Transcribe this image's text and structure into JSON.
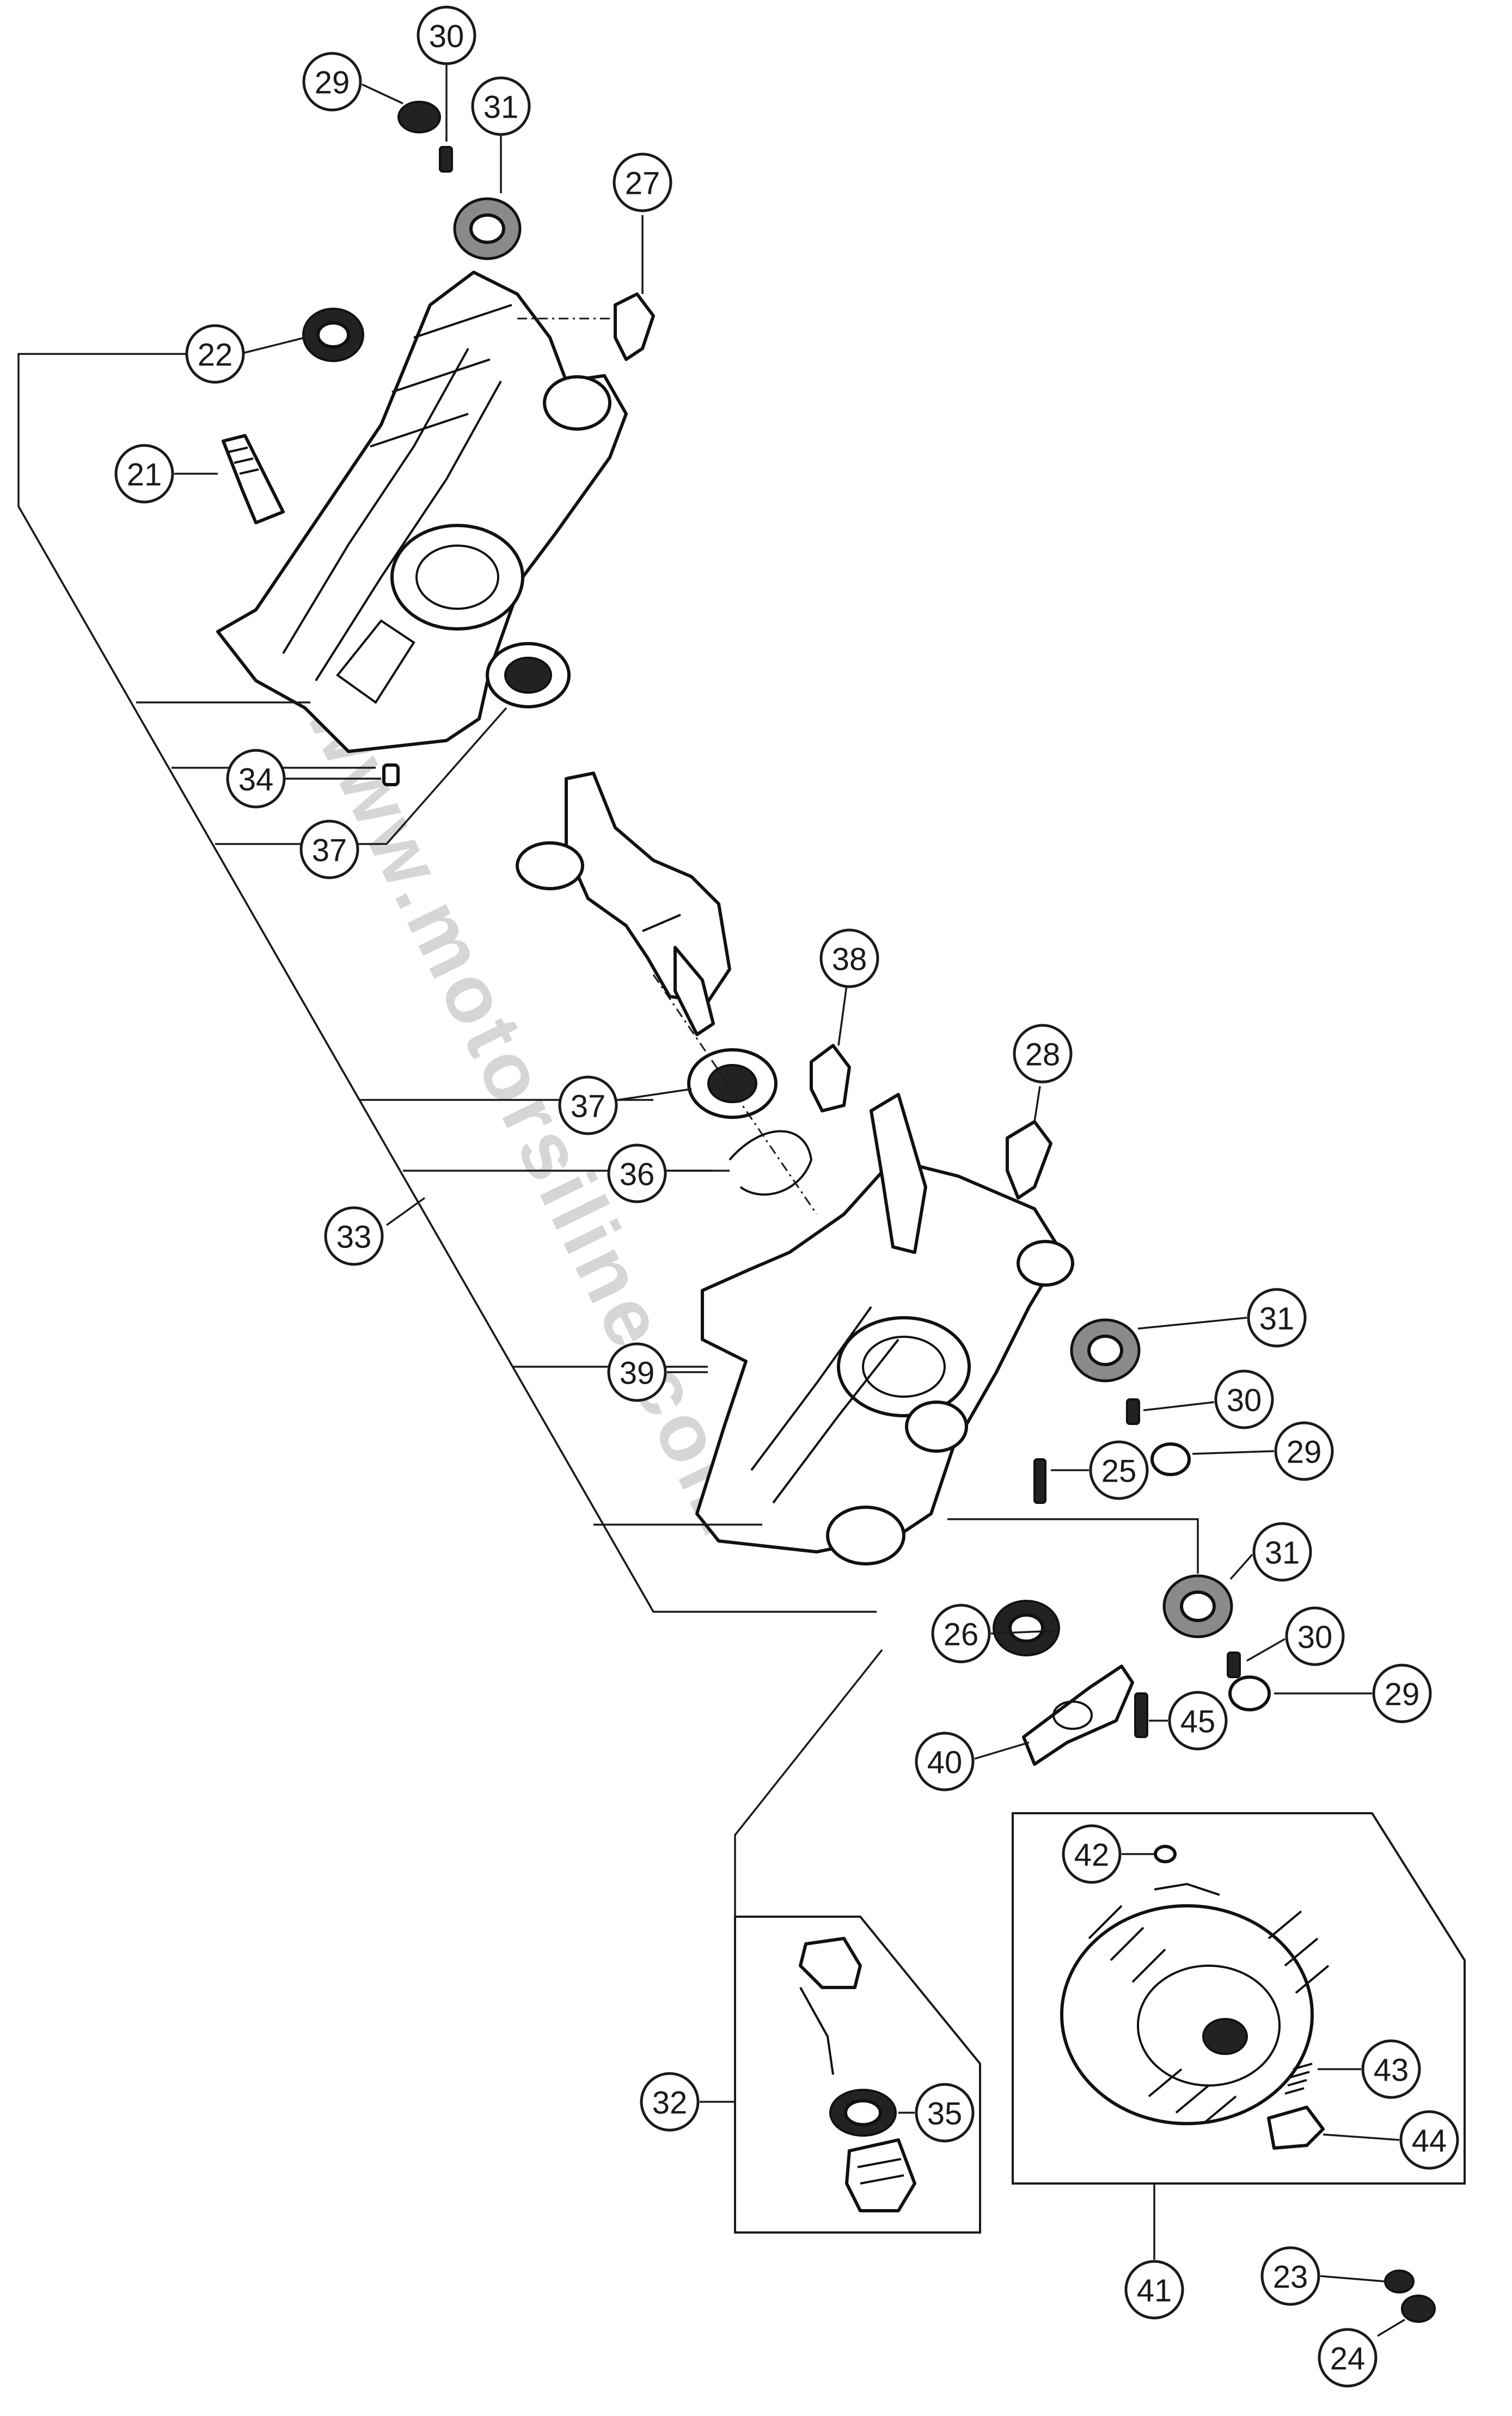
{
  "watermark": "www.motorsiline.com",
  "callouts": {
    "p21": "21",
    "p22": "22",
    "p23": "23",
    "p24": "24",
    "p25": "25",
    "p26": "26",
    "p27": "27",
    "p28": "28",
    "p29a": "29",
    "p29b": "29",
    "p29c": "29",
    "p30a": "30",
    "p30b": "30",
    "p30c": "30",
    "p31a": "31",
    "p31b": "31",
    "p31c": "31",
    "p32": "32",
    "p33": "33",
    "p34": "34",
    "p35": "35",
    "p36": "36",
    "p37a": "37",
    "p37b": "37",
    "p38": "38",
    "p39": "39",
    "p40": "40",
    "p41": "41",
    "p42": "42",
    "p43": "43",
    "p44": "44",
    "p45": "45"
  }
}
